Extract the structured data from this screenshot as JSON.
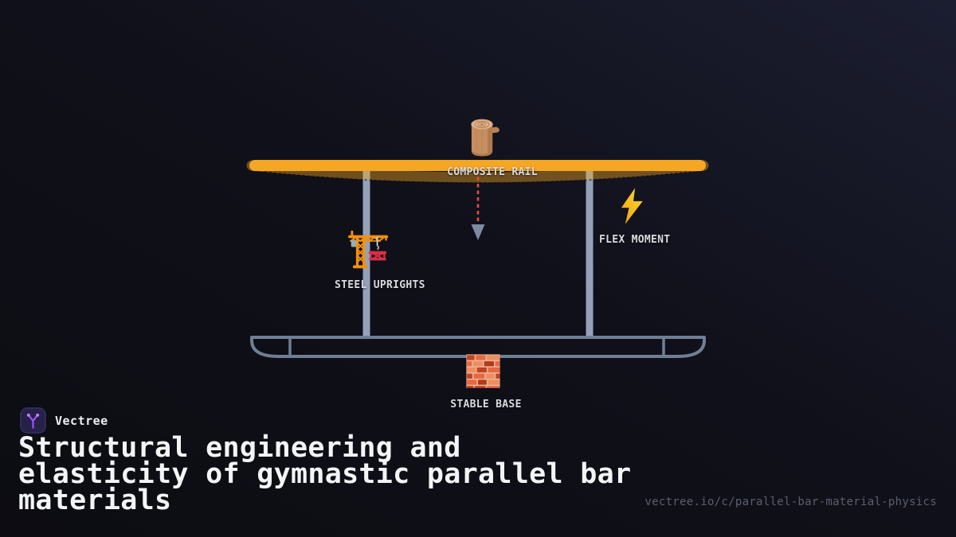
{
  "brand": {
    "name": "Vectree",
    "logo_bg": "#262149",
    "logo_accent": "#a855f7"
  },
  "title": {
    "lines": [
      "Structural engineering and",
      "elasticity of gymnastic parallel bar",
      "materials"
    ]
  },
  "footer": {
    "url": "vectree.io/c/parallel-bar-material-physics"
  },
  "diagram": {
    "labels": {
      "rail": "COMPOSITE RAIL",
      "uprights": "STEEL UPRIGHTS",
      "flex": "FLEX MOMENT",
      "base": "STABLE BASE"
    },
    "icons": {
      "load": "wood-log-icon",
      "uprights": "crane-icon",
      "flex": "lightning-icon",
      "foundation": "brick-icon",
      "brand": "vectree-logo-icon"
    },
    "colors": {
      "rail": "#F5A623",
      "rail_sag": "rgba(245,166,35,0.42)",
      "upright": "#93A2B8",
      "base_outline": "#6F7F94",
      "load_arrow": "#E74C3C",
      "arrowhead": "#7C8BA1"
    }
  }
}
